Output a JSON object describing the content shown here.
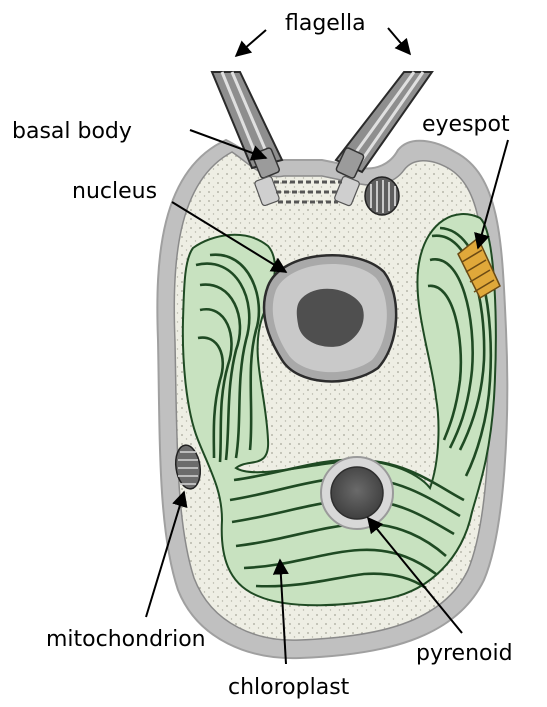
{
  "labels": {
    "flagella": "flagella",
    "basal_body": "basal body",
    "nucleus": "nucleus",
    "eyespot": "eyespot",
    "mitochondrion": "mitochondrion",
    "pyrenoid": "pyrenoid",
    "chloroplast": "chloroplast"
  },
  "colors": {
    "cell_wall": "#b9b9b9",
    "cytoplasm": "#eeeee4",
    "chloroplast_fill": "#c8e2c0",
    "thylakoid": "#1f4a23",
    "nucleus_outer": "#a9a9a9",
    "nucleolus": "#4f4f4f",
    "eyespot": "#e0a83a"
  }
}
